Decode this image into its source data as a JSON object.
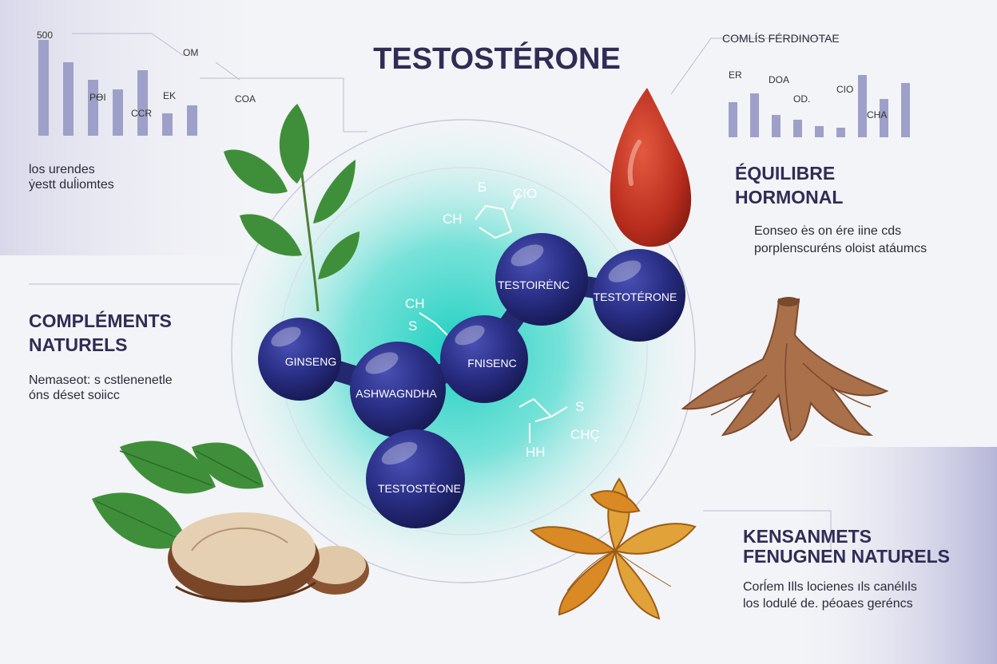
{
  "title": "TESTOSTÉRONE",
  "colors": {
    "background": "#f3f4f7",
    "heading": "#2f2d55",
    "molecule": "#2b2f85",
    "bar": "#9fa0c9",
    "glow": "#23d3c2",
    "leaf": "#3f8f3a",
    "drop": "#c63a28"
  },
  "top_left_chart": {
    "axis_label": "500",
    "labels": [
      "PƟI",
      "CCR",
      "EK",
      "OM",
      "COA"
    ],
    "values": [
      120,
      92,
      70,
      58,
      82,
      28,
      38
    ]
  },
  "top_right_chart": {
    "title": "COMLÍS FÉRDINOTAE",
    "labels": [
      "ER",
      "DOA",
      "OD.",
      "CIO",
      "CHA"
    ],
    "values": [
      44,
      55,
      28,
      22,
      14,
      12,
      78,
      48,
      68
    ]
  },
  "sections": {
    "left_note": {
      "line1": "los urendes",
      "line2": "ẏestt duĺiomtes"
    },
    "complements": {
      "heading_line1": "COMPLÉMENTS",
      "heading_line2": "NATURELS",
      "body_line1": "Nemaseot: s cstlenenetle",
      "body_line2": "óns déset soiicc"
    },
    "equilibre": {
      "heading_line1": "ÉQUILIBRE",
      "heading_line2": "HORMONAL",
      "body_line1": "Eonseo ės on ére iine cds",
      "body_line2": "porplenscuréns oloist atáumcs"
    },
    "kensanmets": {
      "heading_line1": "KENSANMETS",
      "heading_line2": "FENUGNEN NATURELS",
      "body_line1": "Corĺem Ills locienes ıls canélıls",
      "body_line2": "los lodulé de. péoaes geréncs"
    }
  },
  "molecule": {
    "atoms": [
      "GINSENG",
      "ASHWAGNDHA",
      "FNISENC",
      "TESTOIRĖNC",
      "TESTOTÉRONE",
      "TESTOSTÉONE"
    ],
    "chem_labels": [
      "Б",
      "CIO",
      "CH",
      "CH",
      "S",
      "S",
      "CHÇ",
      "HH"
    ]
  },
  "icons": [
    "leaf-branch-icon",
    "blood-drop-icon",
    "ginseng-root-icon",
    "fenugreek-icon",
    "root-slice-icon"
  ]
}
